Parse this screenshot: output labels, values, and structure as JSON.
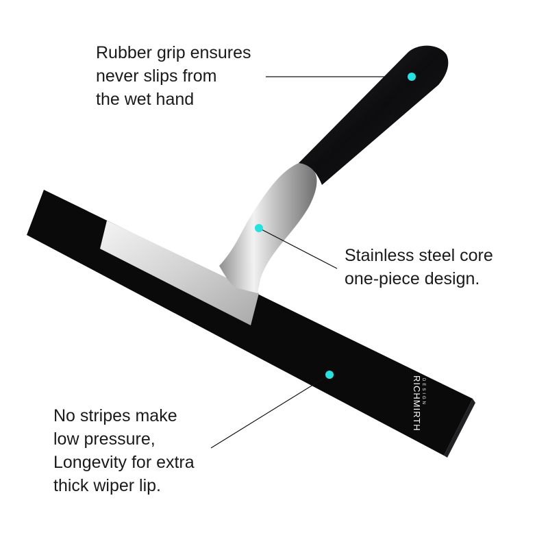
{
  "annotations": {
    "grip": {
      "lines": [
        "Rubber grip ensures",
        "never slips from",
        "the wet hand"
      ]
    },
    "core": {
      "lines": [
        "Stainless steel core",
        "one-piece design."
      ]
    },
    "lip": {
      "lines": [
        "No stripes make",
        "low pressure,",
        "Longevity for extra",
        "thick wiper lip."
      ]
    }
  },
  "brand": {
    "logo_text": "RICHMIRTH",
    "logo_subtext": "DESIGN"
  },
  "colors": {
    "marker": "#22e3e0",
    "blade": "#0a0a0b",
    "handle": "#111113",
    "steel": "#c9c9c9",
    "text": "#1a1a1a"
  }
}
